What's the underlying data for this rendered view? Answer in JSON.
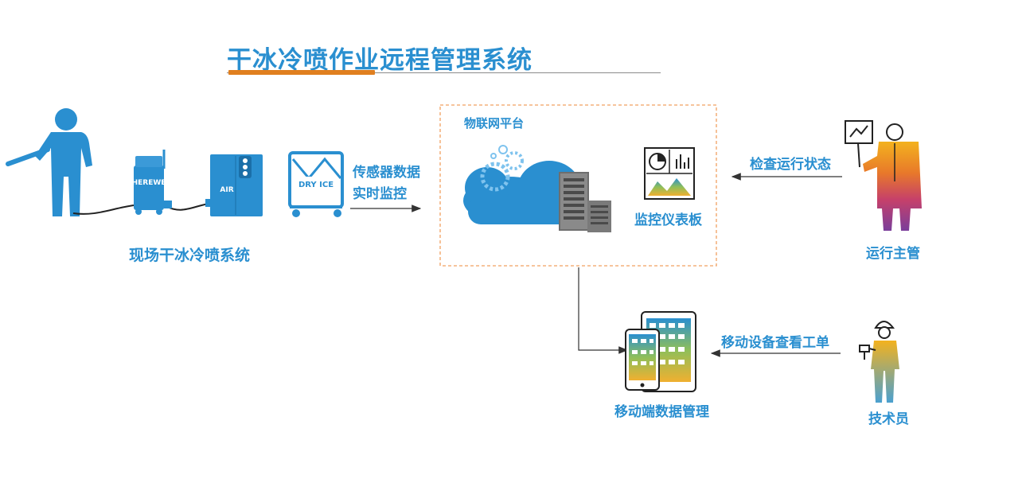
{
  "title": "干冰冷喷作业远程管理系统",
  "onsite": {
    "label": "现场干冰冷喷系统",
    "machine1_text": "HEREWE",
    "machine2_text": "AIR",
    "machine3_text": "DRY ICE"
  },
  "sensor": {
    "line1": "传感器数据",
    "line2": "实时监控"
  },
  "platform": {
    "label": "物联网平台",
    "dashboard_label": "监控仪表板"
  },
  "supervisor": {
    "arrow_label": "检查运行状态",
    "label": "运行主管"
  },
  "mobile": {
    "label": "移动端数据管理"
  },
  "technician": {
    "arrow_label": "移动设备查看工单",
    "label": "技术员"
  },
  "colors": {
    "primary": "#2a8fd0",
    "accent": "#e07f1f",
    "frame": "#f0a060"
  }
}
